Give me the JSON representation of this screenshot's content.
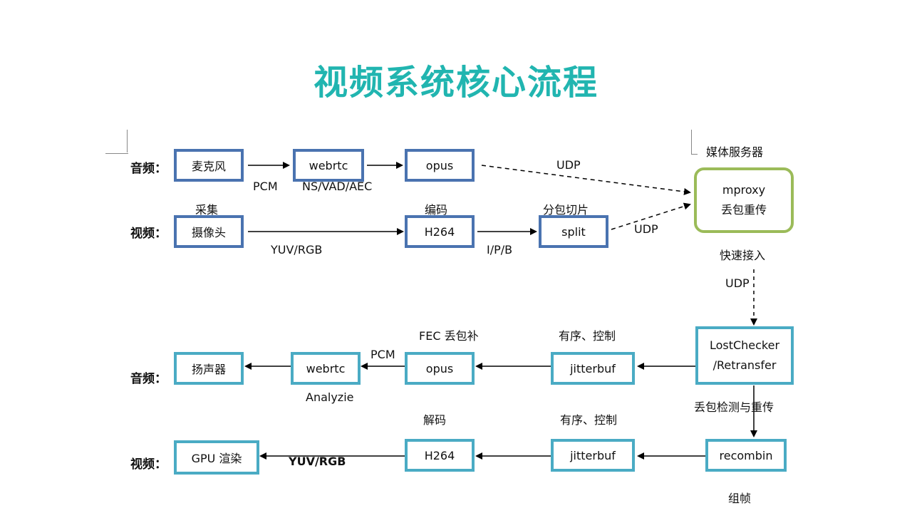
{
  "title": "视频系统核心流程",
  "row_labels": {
    "audio": "音频：",
    "video": "视频："
  },
  "upstream": {
    "audio_nodes": [
      "麦克风",
      "webrtc",
      "opus"
    ],
    "video_nodes": [
      "摄像头",
      "H264",
      "split"
    ],
    "labels": {
      "pcm": "PCM",
      "ns_vad_aec": "NS/VAD/AEC",
      "udp1": "UDP",
      "caiji": "采集",
      "bianma": "编码",
      "fenbao": "分包切片",
      "udp2": "UDP",
      "yuvrgb": "YUV/RGB",
      "ipb": "I/P/B"
    }
  },
  "server": {
    "caption": "媒体服务器",
    "line1": "mproxy",
    "line2": "丢包重传",
    "below": "快速接入",
    "udp_down": "UDP"
  },
  "lostchecker": {
    "line1": "LostChecker",
    "line2": "/Retransfer",
    "below": "丢包检测与重传"
  },
  "downstream": {
    "audio_nodes": [
      "扬声器",
      "webrtc",
      "opus",
      "jitterbuf"
    ],
    "video_nodes": [
      "GPU 渲染",
      "H264",
      "jitterbuf",
      "recombin"
    ],
    "labels": {
      "fec": "FEC 丢包补",
      "ordered1": "有序、控制",
      "pcm": "PCM",
      "analyzie": "Analyzie",
      "jiema": "解码",
      "ordered2": "有序、控制",
      "yuvrgb": "YUV/RGB",
      "zuzhen": "组帧"
    }
  }
}
